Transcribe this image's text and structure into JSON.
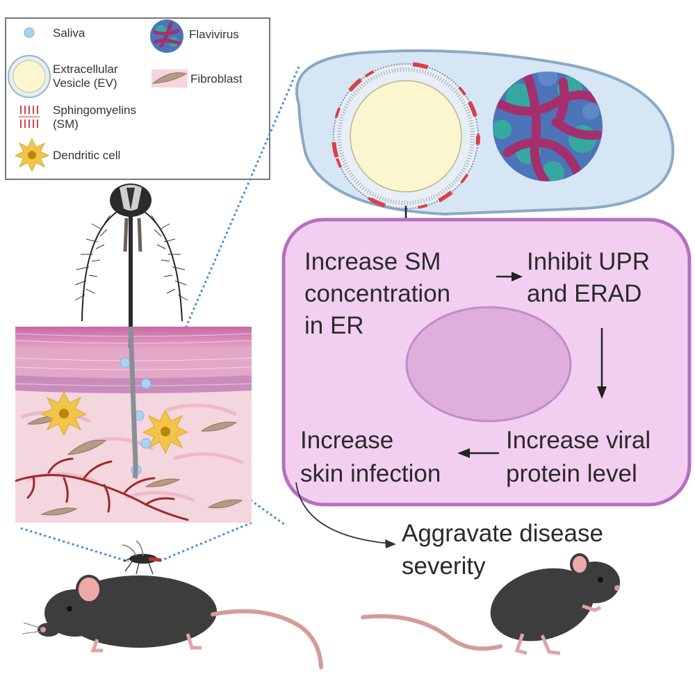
{
  "legend": {
    "saliva": "Saliva",
    "flavivirus": "Flavivirus",
    "ev_line1": "Extracellular",
    "ev_line2": "Vesicle (EV)",
    "fibroblast": "Fibroblast",
    "sm_line1": "Sphingomyelins",
    "sm_line2": "(SM)",
    "dendritic": "Dendritic cell"
  },
  "steps": {
    "s1_l1": "Increase SM",
    "s1_l2": "concentration",
    "s1_l3": "in ER",
    "s2_l1": "Inhibit UPR",
    "s2_l2": "and ERAD",
    "s3_l1": "Increase viral",
    "s3_l2": "protein level",
    "s4_l1": "Increase",
    "s4_l2": "skin infection",
    "outcome_l1": "Aggravate disease",
    "outcome_l2": "severity"
  },
  "colors": {
    "cell_fill": "#f2cff0",
    "cell_stroke": "#b66fc0",
    "vesicle_fill": "#fbf6cf",
    "ev_container": "#d7e6f4",
    "sm_red": "#d9414a",
    "virus_pink": "#a3306d",
    "virus_blue": "#4c74b8",
    "virus_teal": "#35a9a0",
    "skin_pink": "#f4d6de",
    "vessel_red": "#9c2a2a",
    "mouse_gray": "#3e3d3d",
    "dendritic_yellow": "#f2c548",
    "dotted_blue": "#3f8fd8"
  }
}
